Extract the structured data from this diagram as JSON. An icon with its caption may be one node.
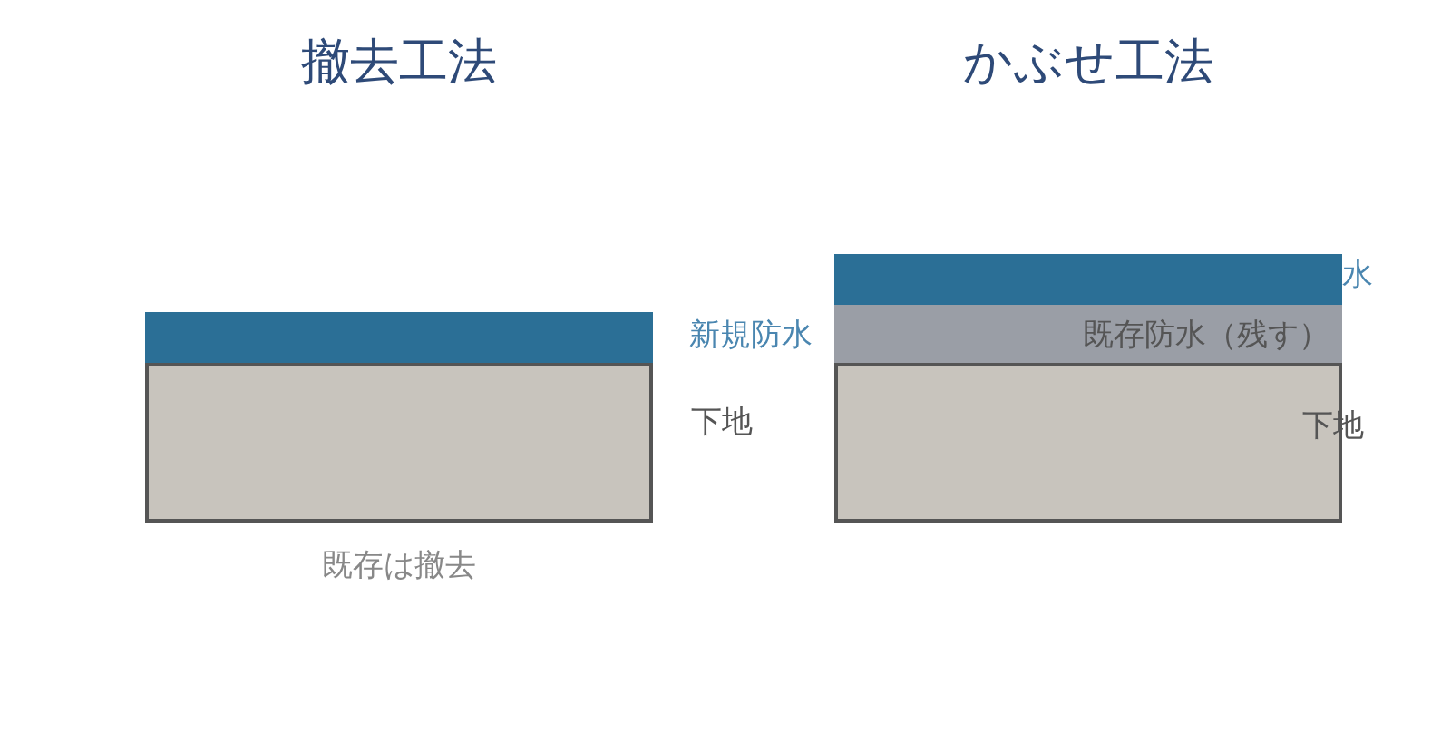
{
  "diagram": {
    "nodes": [
      {
        "text": [],
        "shape": "bar",
        "beside": [
          "新規防水"
        ]
      },
      {
        "text": [],
        "shape": "box",
        "beside": [
          "下地"
        ]
      },
      {
        "text": [],
        "shape": "bar",
        "beside": [
          "水"
        ]
      },
      {
        "text": [
          "既存防水（残す）"
        ]
      },
      {
        "text": [
          "下地"
        ]
      }
    ],
    "labels": [
      "撤去工法",
      "かぶせ工法",
      "既存は撤去"
    ]
  }
}
